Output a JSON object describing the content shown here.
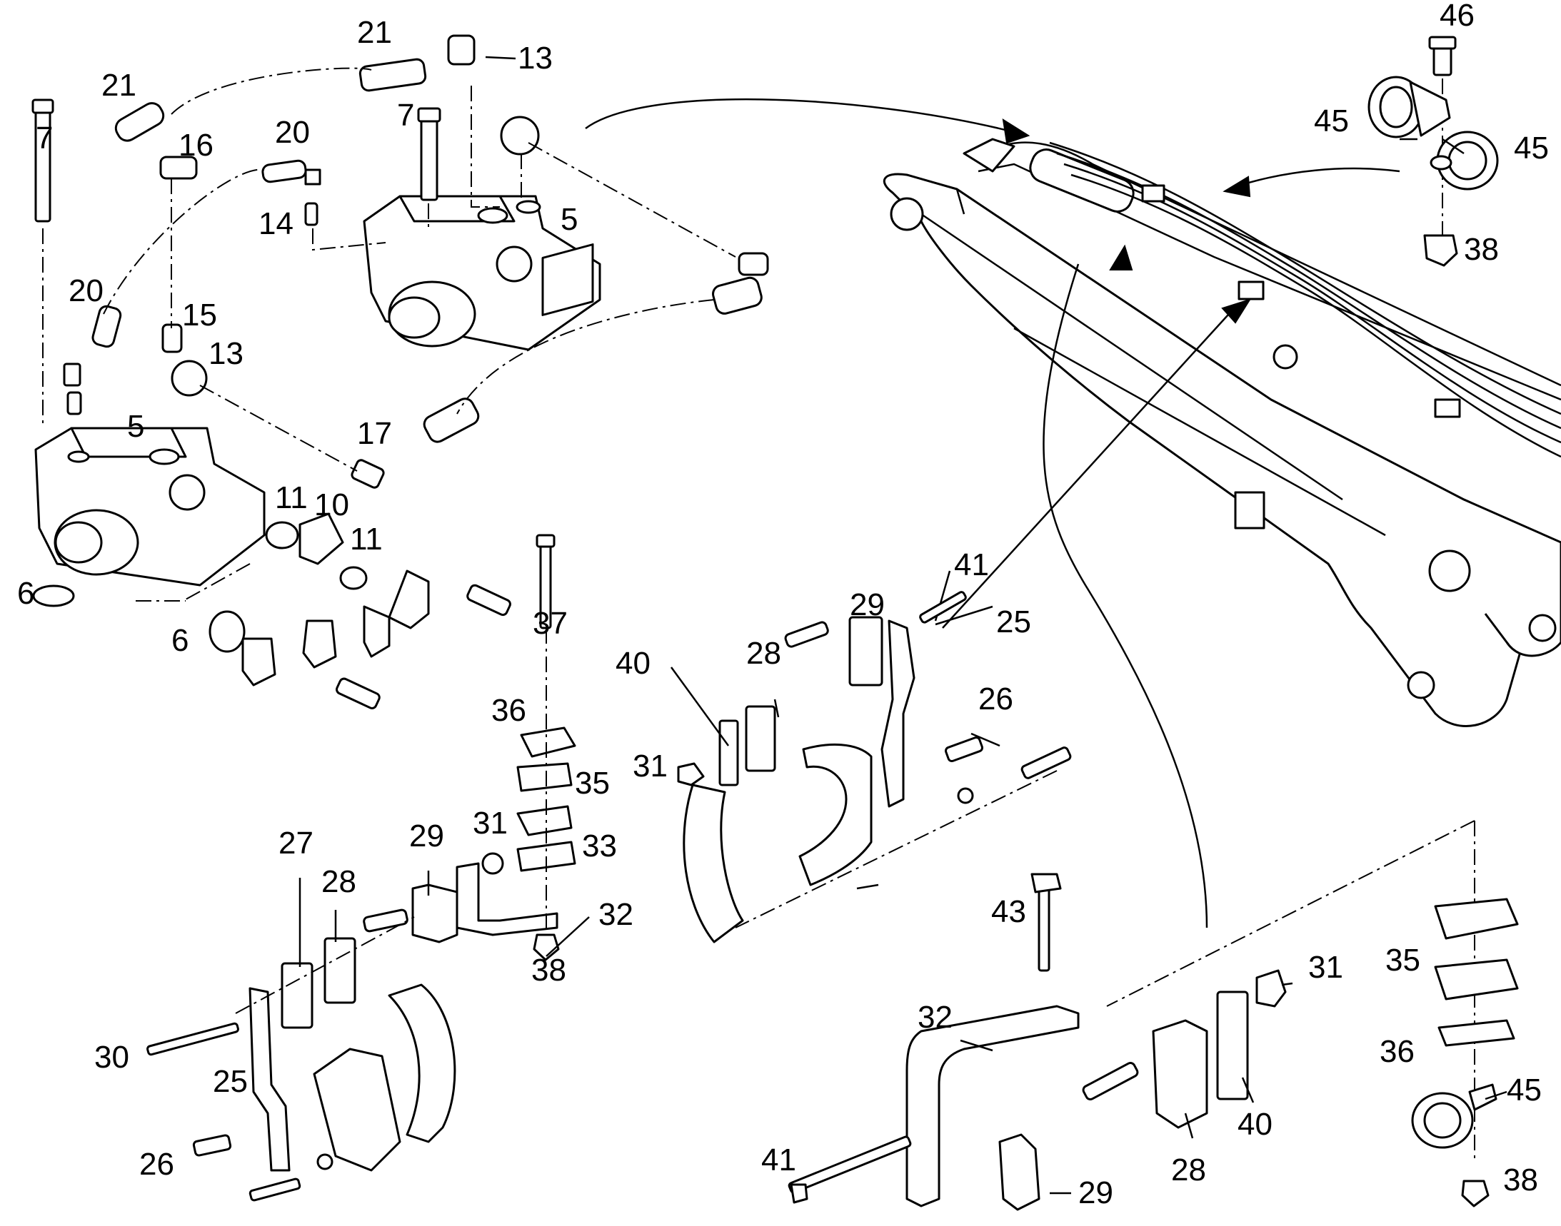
{
  "diagram": {
    "callouts": [
      {
        "id": "c46",
        "text": "46"
      },
      {
        "id": "c21a",
        "text": "21"
      },
      {
        "id": "c13a",
        "text": "13"
      },
      {
        "id": "c21b",
        "text": "21"
      },
      {
        "id": "c7a",
        "text": "7"
      },
      {
        "id": "c45a",
        "text": "45"
      },
      {
        "id": "c45b",
        "text": "45"
      },
      {
        "id": "c7b",
        "text": "7"
      },
      {
        "id": "c20a",
        "text": "20"
      },
      {
        "id": "c16",
        "text": "16"
      },
      {
        "id": "c5a",
        "text": "5"
      },
      {
        "id": "c14",
        "text": "14"
      },
      {
        "id": "c38a",
        "text": "38"
      },
      {
        "id": "c20b",
        "text": "20"
      },
      {
        "id": "c15",
        "text": "15"
      },
      {
        "id": "c13b",
        "text": "13"
      },
      {
        "id": "c5b",
        "text": "5"
      },
      {
        "id": "c17",
        "text": "17"
      },
      {
        "id": "c11a",
        "text": "11"
      },
      {
        "id": "c10",
        "text": "10"
      },
      {
        "id": "c11b",
        "text": "11"
      },
      {
        "id": "c6a",
        "text": "6"
      },
      {
        "id": "c6b",
        "text": "6"
      },
      {
        "id": "c41a",
        "text": "41"
      },
      {
        "id": "c29a",
        "text": "29"
      },
      {
        "id": "c25a",
        "text": "25"
      },
      {
        "id": "c37",
        "text": "37"
      },
      {
        "id": "c40a",
        "text": "40"
      },
      {
        "id": "c28a",
        "text": "28"
      },
      {
        "id": "c26a",
        "text": "26"
      },
      {
        "id": "c36a",
        "text": "36"
      },
      {
        "id": "c31a",
        "text": "31"
      },
      {
        "id": "c35a",
        "text": "35"
      },
      {
        "id": "c27",
        "text": "27"
      },
      {
        "id": "c29b",
        "text": "29"
      },
      {
        "id": "c31b",
        "text": "31"
      },
      {
        "id": "c33",
        "text": "33"
      },
      {
        "id": "c28b",
        "text": "28"
      },
      {
        "id": "c32a",
        "text": "32"
      },
      {
        "id": "c38b",
        "text": "38"
      },
      {
        "id": "c43",
        "text": "43"
      },
      {
        "id": "c35b",
        "text": "35"
      },
      {
        "id": "c31c",
        "text": "31"
      },
      {
        "id": "c30",
        "text": "30"
      },
      {
        "id": "c32b",
        "text": "32"
      },
      {
        "id": "c36b",
        "text": "36"
      },
      {
        "id": "c25b",
        "text": "25"
      },
      {
        "id": "c45c",
        "text": "45"
      },
      {
        "id": "c40b",
        "text": "40"
      },
      {
        "id": "c26b",
        "text": "26"
      },
      {
        "id": "c41b",
        "text": "41"
      },
      {
        "id": "c28c",
        "text": "28"
      },
      {
        "id": "c38c",
        "text": "38"
      },
      {
        "id": "c29c",
        "text": "29"
      }
    ]
  }
}
